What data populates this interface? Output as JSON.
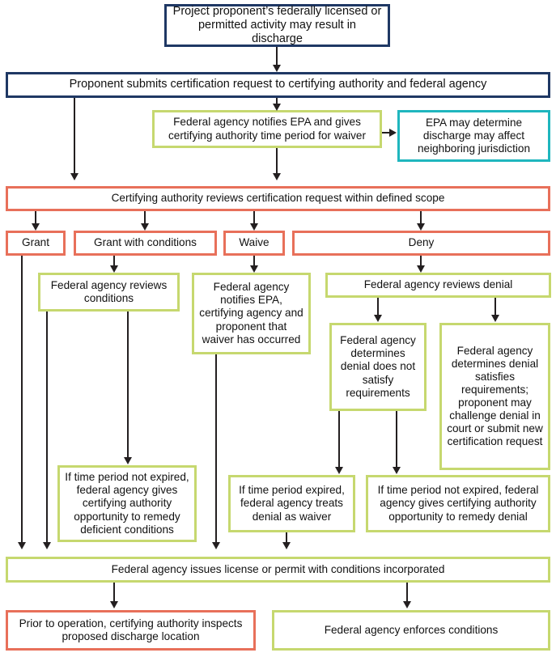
{
  "diagram": {
    "title": "Clean Water Act Section 401 certification process flowchart",
    "colors": {
      "navy": "#1F3864",
      "olive": "#C6D86F",
      "salmon": "#E8705A",
      "teal": "#1FB6BE",
      "connector": "#231F20",
      "text": "#111111",
      "background": "#FFFFFF"
    },
    "nodes": {
      "start": "Project proponent’s federally licensed or permitted activity may result in discharge",
      "submit": "Proponent submits certification request to certifying authority and federal agency",
      "notify_epa": "Federal agency notifies EPA and gives certifying authority time period for waiver",
      "epa_determine": "EPA may determine discharge may affect neighboring jurisdiction",
      "review_scope": "Certifying authority reviews certification request within defined scope",
      "grant": "Grant",
      "grant_conditions": "Grant with conditions",
      "waive": "Waive",
      "deny": "Deny",
      "reviews_conditions": "Federal agency reviews conditions",
      "notifies_waiver": "Federal agency notifies EPA, certifying agency and proponent that waiver has occurred",
      "reviews_denial": "Federal agency reviews denial",
      "denial_not_satisfy": "Federal agency determines denial does not satisfy requirements",
      "denial_satisfies": "Federal agency determines denial satisfies requirements; proponent may challenge denial in court or submit new certification request",
      "remedy_conditions": "If time period not expired, federal agency gives certifying authority opportunity to remedy deficient conditions",
      "treats_as_waiver": "If time period expired, federal agency treats denial as waiver",
      "remedy_denial": "If time period not expired, federal agency gives certifying authority opportunity to remedy denial",
      "issues_license": "Federal agency issues license or permit with conditions incorporated",
      "inspects_location": "Prior to operation, certifying authority inspects proposed discharge location",
      "enforces_conditions": "Federal agency enforces conditions"
    }
  }
}
